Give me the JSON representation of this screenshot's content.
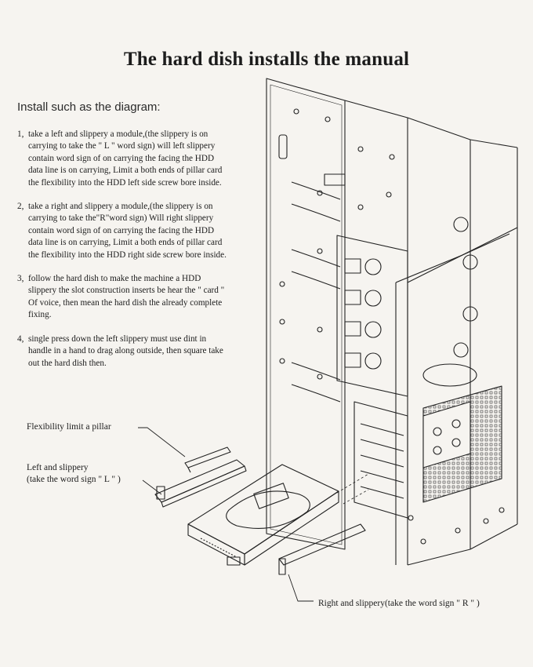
{
  "title": "The hard dish installs the manual",
  "intro": "Install such as the diagram:",
  "steps": [
    {
      "num": "1,",
      "text": "take a left and slippery a module,(the slippery is on\ncarrying to take the \" L \" word sign) will left slippery\ncontain word sign of on carrying the facing the HDD\ndata line is on carrying, Limit a both ends of pillar card\nthe flexibility into the HDD left side screw bore inside."
    },
    {
      "num": "2,",
      "text": "take a right and slippery a module,(the slippery is on\ncarrying to take the\"R\"word sign) Will right slippery\ncontain word sign of on carrying the facing the HDD\ndata line is on carrying, Limit a both ends of pillar card\nthe flexibility into the HDD right side screw bore inside."
    },
    {
      "num": "3,",
      "text": "follow the hard dish to make the machine a HDD\nslippery the slot construction inserts be hear the \" card \"\nOf voice, then mean the hard dish the already complete\nfixing."
    },
    {
      "num": "4,",
      "text": "single press down the left slippery must use dint in\nhandle in a hand to drag along outside, then square take\nout the hard dish then."
    }
  ],
  "labels": {
    "pillar": "Flexibility limit a pillar",
    "left_slide": "Left and slippery\n(take the word sign \" L \" )",
    "right_slide": "Right and slippery(take the word sign \" R \" )"
  }
}
